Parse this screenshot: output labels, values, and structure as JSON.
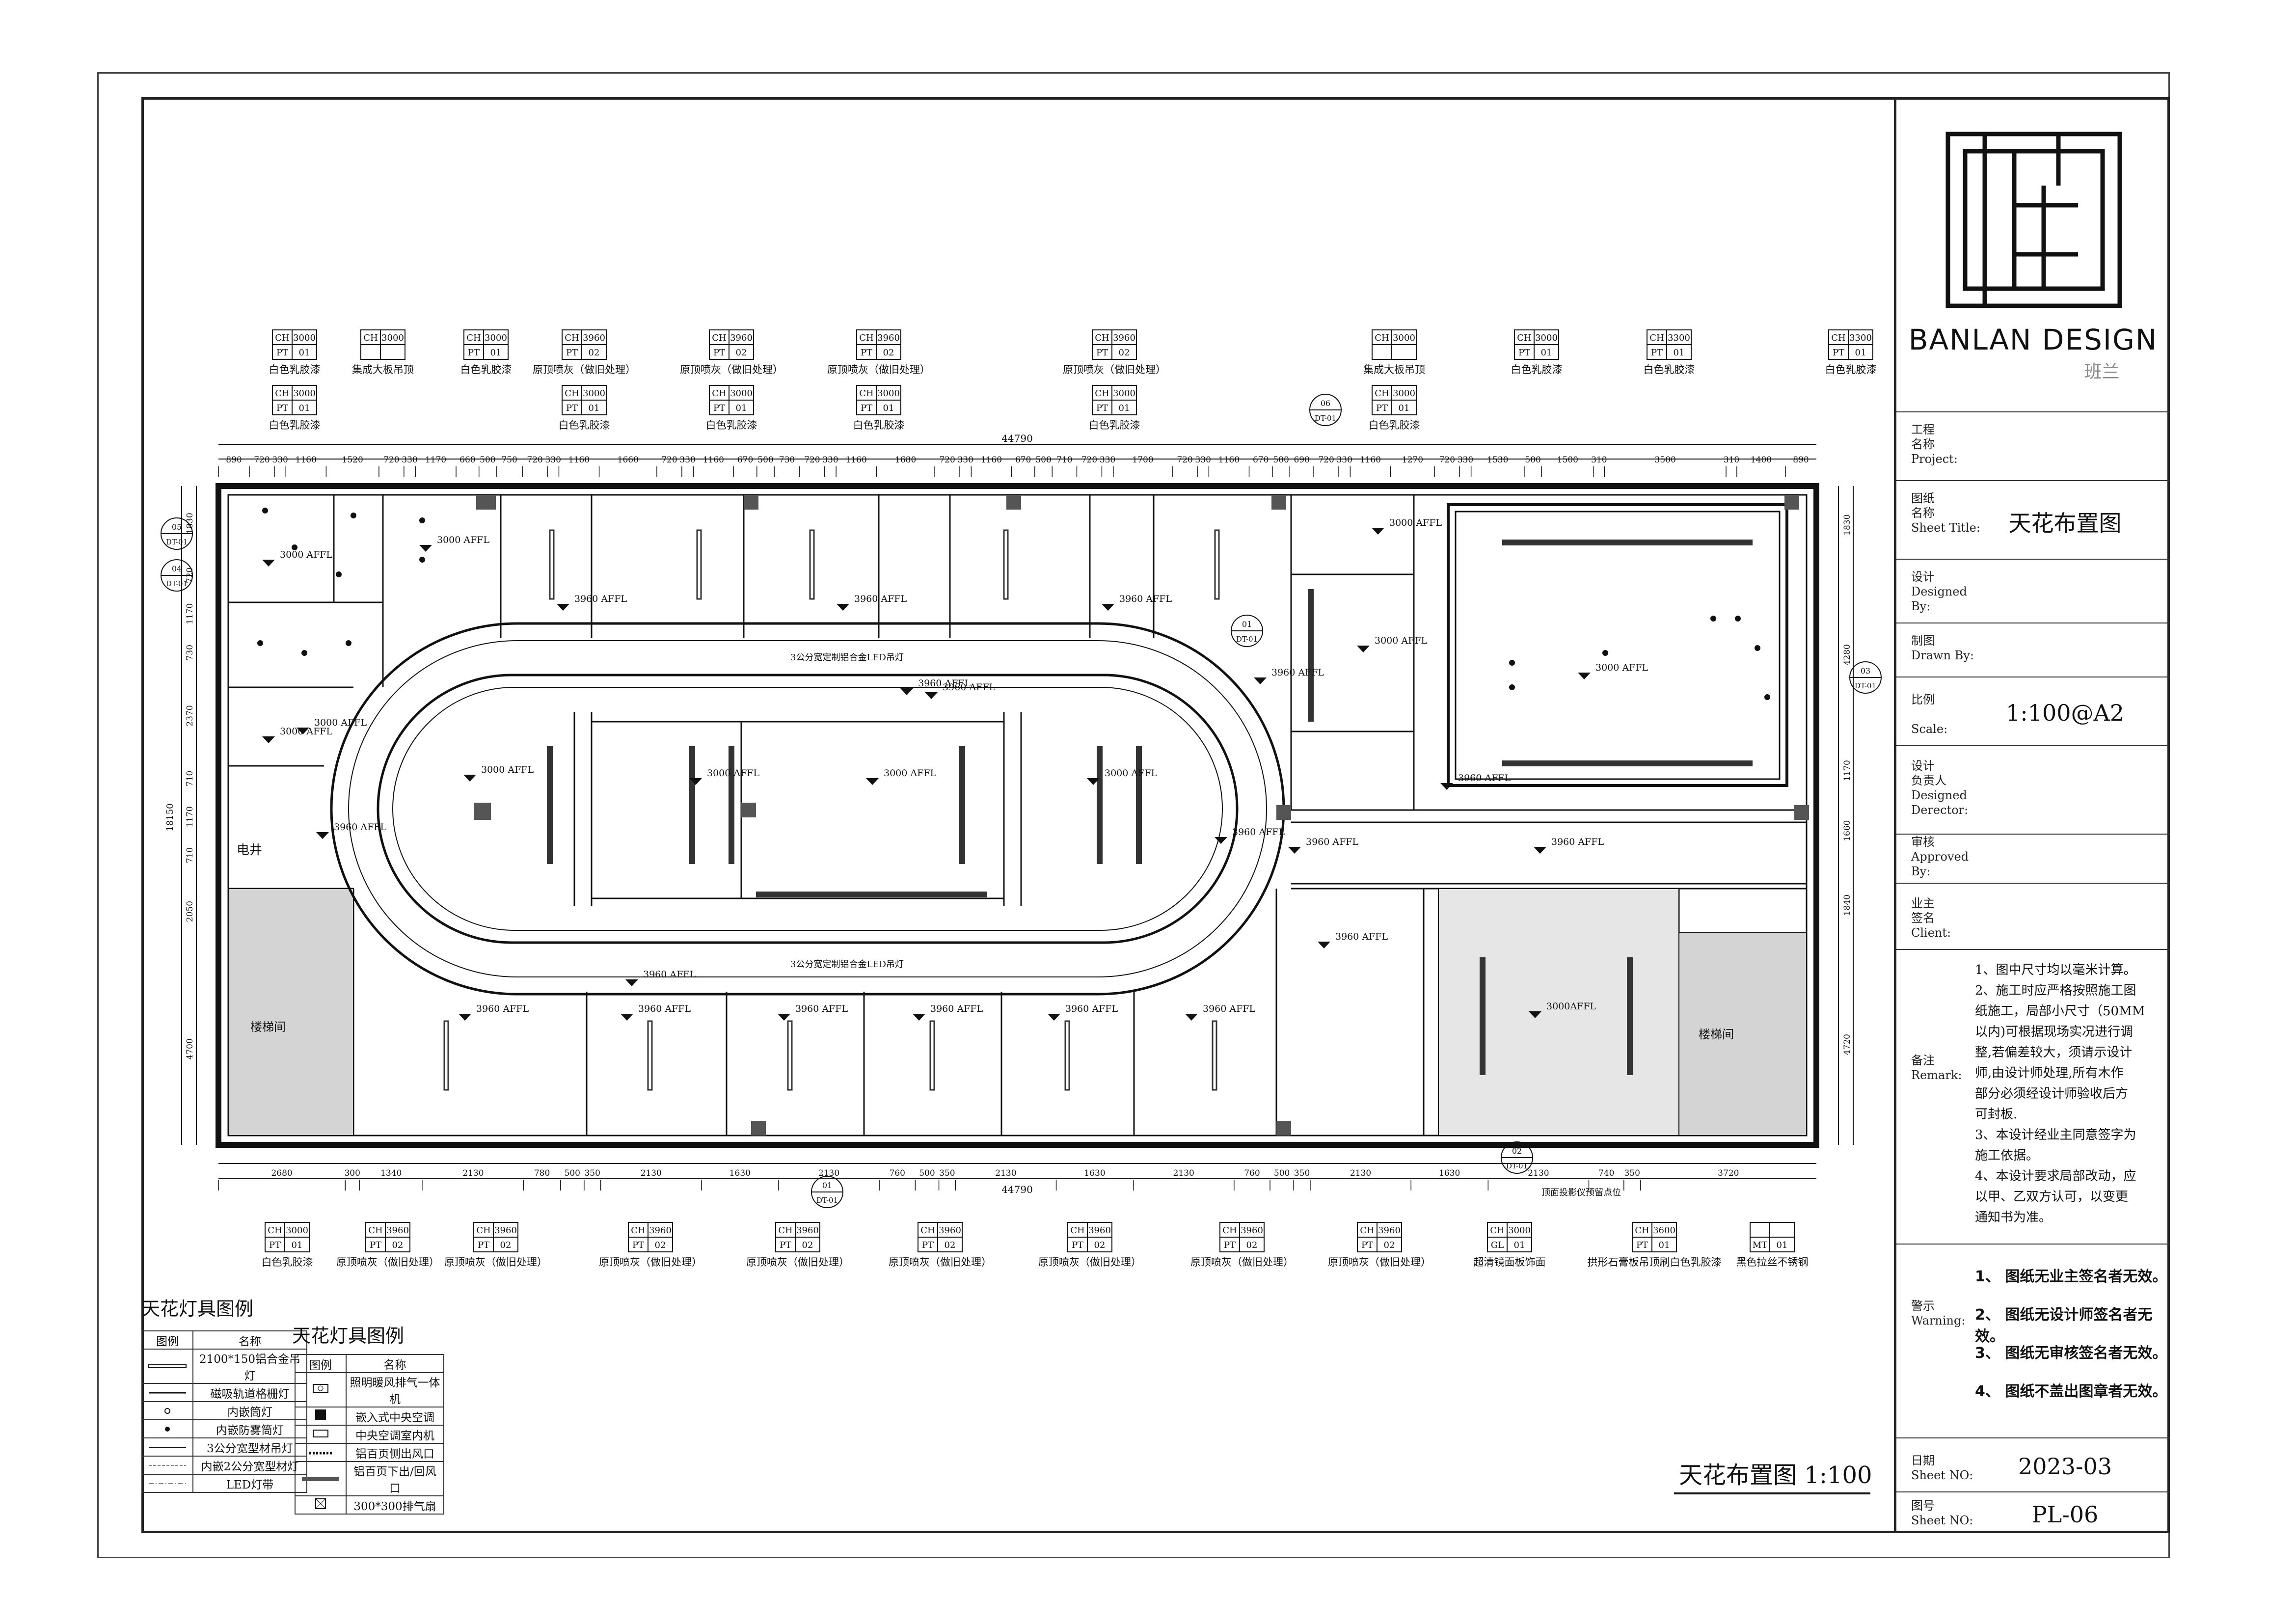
{
  "drawing": {
    "overall_dimension_top": "44790",
    "overall_dimension_bottom": "44790",
    "top_dimensions": [
      "890",
      "720",
      "330",
      "1160",
      "1520",
      "720",
      "330",
      "1170",
      "660",
      "500",
      "750",
      "720",
      "330",
      "1160",
      "1660",
      "720",
      "330",
      "1160",
      "670",
      "500",
      "730",
      "720",
      "330",
      "1160",
      "1680",
      "720",
      "330",
      "1160",
      "670",
      "500",
      "710",
      "720",
      "330",
      "1700",
      "720",
      "330",
      "1160",
      "670",
      "500",
      "690",
      "720",
      "330",
      "1160",
      "1270",
      "720",
      "330",
      "1530",
      "500",
      "1500",
      "310",
      "3500",
      "310",
      "1400",
      "890"
    ],
    "bottom_dimensions": [
      "2680",
      "300",
      "1340",
      "2130",
      "780",
      "500",
      "350",
      "2130",
      "1630",
      "2130",
      "760",
      "500",
      "350",
      "2130",
      "1630",
      "2130",
      "760",
      "500",
      "350",
      "2130",
      "1630",
      "2130",
      "740",
      "350",
      "3720"
    ],
    "left_dimensions": [
      "18150",
      "1830",
      "720",
      "1170",
      "730",
      "2370",
      "710",
      "1170",
      "710",
      "2050",
      "4700"
    ],
    "right_dimensions": [
      "1830",
      "4280",
      "1170",
      "1660",
      "1840",
      "4720"
    ],
    "rooms": {
      "shaft": "电井",
      "stair_left": "楼梯间",
      "stair_right": "楼梯间"
    },
    "callouts": [
      {
        "text": "原顶喷灰（做旧处理）"
      },
      {
        "text": "白色乳胶漆"
      },
      {
        "text": "集成大板吊顶"
      }
    ],
    "notes": {
      "led_top": "3公分宽定制铝合金LED吊灯",
      "led_bottom": "3公分宽定制铝合金LED吊灯",
      "projector": "顶面投影仪预留点位"
    },
    "top_tags": [
      {
        "code": "CH",
        "val": "3000",
        "mat": "PT",
        "num": "01",
        "label": "白色乳胶漆"
      },
      {
        "code": "CH",
        "val": "3000",
        "mat": "",
        "num": "",
        "label": "集成大板吊顶"
      },
      {
        "code": "CH",
        "val": "3000",
        "mat": "PT",
        "num": "01",
        "label": "白色乳胶漆"
      },
      {
        "code": "CH",
        "val": "3960",
        "mat": "PT",
        "num": "02",
        "label": "原顶喷灰（做旧处理）"
      },
      {
        "code": "CH",
        "val": "3960",
        "mat": "PT",
        "num": "02",
        "label": "原顶喷灰（做旧处理）"
      },
      {
        "code": "CH",
        "val": "3960",
        "mat": "PT",
        "num": "02",
        "label": "原顶喷灰（做旧处理）"
      },
      {
        "code": "CH",
        "val": "3960",
        "mat": "PT",
        "num": "02",
        "label": "原顶喷灰（做旧处理）"
      },
      {
        "code": "CH",
        "val": "3000",
        "mat": "",
        "num": "",
        "label": "集成大板吊顶"
      },
      {
        "code": "CH",
        "val": "3000",
        "mat": "PT",
        "num": "01",
        "label": "白色乳胶漆"
      },
      {
        "code": "CH",
        "val": "3300",
        "mat": "PT",
        "num": "01",
        "label": "白色乳胶漆"
      },
      {
        "code": "CH",
        "val": "3300",
        "mat": "PT",
        "num": "01",
        "label": "白色乳胶漆"
      }
    ],
    "top_tags_second": [
      {
        "code": "CH",
        "val": "3000",
        "mat": "PT",
        "num": "01",
        "label": "白色乳胶漆"
      },
      {
        "code": "CH",
        "val": "3000",
        "mat": "PT",
        "num": "01",
        "label": "白色乳胶漆"
      },
      {
        "code": "CH",
        "val": "3000",
        "mat": "PT",
        "num": "01",
        "label": "白色乳胶漆"
      },
      {
        "code": "CH",
        "val": "3000",
        "mat": "PT",
        "num": "01",
        "label": "白色乳胶漆"
      },
      {
        "code": "CH",
        "val": "3000",
        "mat": "PT",
        "num": "01",
        "label": "白色乳胶漆"
      },
      {
        "code": "CH",
        "val": "3000",
        "mat": "PT",
        "num": "01",
        "label": "白色乳胶漆"
      }
    ],
    "bottom_tags": [
      {
        "code": "CH",
        "val": "3000",
        "mat": "PT",
        "num": "01",
        "label": "白色乳胶漆"
      },
      {
        "code": "CH",
        "val": "3960",
        "mat": "PT",
        "num": "02",
        "label": "原顶喷灰（做旧处理）"
      },
      {
        "code": "CH",
        "val": "3960",
        "mat": "PT",
        "num": "02",
        "label": "原顶喷灰（做旧处理）"
      },
      {
        "code": "CH",
        "val": "3960",
        "mat": "PT",
        "num": "02",
        "label": "原顶喷灰（做旧处理）"
      },
      {
        "code": "CH",
        "val": "3960",
        "mat": "PT",
        "num": "02",
        "label": "原顶喷灰（做旧处理）"
      },
      {
        "code": "CH",
        "val": "3960",
        "mat": "PT",
        "num": "02",
        "label": "原顶喷灰（做旧处理）"
      },
      {
        "code": "CH",
        "val": "3960",
        "mat": "PT",
        "num": "02",
        "label": "原顶喷灰（做旧处理）"
      },
      {
        "code": "CH",
        "val": "3960",
        "mat": "PT",
        "num": "02",
        "label": "原顶喷灰（做旧处理）"
      },
      {
        "code": "CH",
        "val": "3960",
        "mat": "PT",
        "num": "02",
        "label": "原顶喷灰（做旧处理）"
      },
      {
        "code": "CH",
        "val": "3000",
        "mat": "GL",
        "num": "01",
        "label": "超清镜面板饰面"
      },
      {
        "code": "CH",
        "val": "3600",
        "mat": "PT",
        "num": "01",
        "label": "拱形石膏板吊顶刷白色乳胶漆"
      },
      {
        "code": "",
        "val": "",
        "mat": "MT",
        "num": "01",
        "label": "黑色拉丝不锈钢"
      }
    ],
    "elevations": [
      "3000 AFFL",
      "3960 AFFL",
      "3000AFFL"
    ],
    "section_markers": [
      {
        "num": "05",
        "ref": "DT-01"
      },
      {
        "num": "04",
        "ref": "DT-01"
      },
      {
        "num": "06",
        "ref": "DT-01"
      },
      {
        "num": "01",
        "ref": "DT-01"
      },
      {
        "num": "03",
        "ref": "DT-01"
      },
      {
        "num": "01",
        "ref": "DT-01"
      },
      {
        "num": "02",
        "ref": "DT-01"
      }
    ]
  },
  "legend1": {
    "title": "天花灯具图例",
    "header": [
      "图例",
      "名称"
    ],
    "rows": [
      "2100*150铝合金吊灯",
      "磁吸轨道格栅灯",
      "内嵌筒灯",
      "内嵌防雾筒灯",
      "3公分宽型材吊灯",
      "内嵌2公分宽型材灯",
      "LED灯带"
    ]
  },
  "legend2": {
    "title": "天花灯具图例",
    "header": [
      "图例",
      "名称"
    ],
    "rows": [
      "照明暖风排气一体机",
      "嵌入式中央空调",
      "中央空调室内机",
      "铝百页侧出风口",
      "铝百页下出/回风口",
      "300*300排气扇"
    ]
  },
  "caption": "天花布置图 1:100",
  "title_block": {
    "brand": "BANLAN DESIGN",
    "brand_cn": "班兰",
    "project_label": [
      "工程",
      "名称",
      "Project:"
    ],
    "sheet_title_label": [
      "图纸",
      "名称",
      "Sheet Title:"
    ],
    "sheet_title": "天花布置图",
    "designed_label": [
      "设计",
      "Designed",
      "By:"
    ],
    "drawn_label": [
      "制图",
      "Drawn By:"
    ],
    "scale_label": [
      "比例",
      "Scale:"
    ],
    "scale": "1:100@A2",
    "director_label": [
      "设计",
      "负责人",
      "Designed",
      "Derector:"
    ],
    "approved_label": [
      "审核",
      "Approved",
      "By:"
    ],
    "client_label": [
      "业主",
      "签名",
      "Client:"
    ],
    "remark_label": [
      "备注",
      "Remark:"
    ],
    "remarks": [
      "1、图中尺寸均以毫米计算。",
      "2、施工时应严格按照施工图",
      "纸施工，局部小尺寸（50MM",
      "以内)可根据现场实况进行调",
      "整,若偏差较大，须请示设计",
      "师,由设计师处理,所有木作",
      "部分必须经设计师验收后方",
      "可封板.",
      "3、本设计经业主同意签字为",
      "施工依据。",
      "4、本设计要求局部改动，应",
      "以甲、乙双方认可，以变更",
      "通知书为准。"
    ],
    "warning_label": [
      "警示",
      "Warning:"
    ],
    "warnings": [
      "1、  图纸无业主签名者无效。",
      "2、  图纸无设计师签名者无效。",
      "3、  图纸无审核签名者无效。",
      "4、  图纸不盖出图章者无效。"
    ],
    "date_label": [
      "日期",
      "Sheet NO:"
    ],
    "date": "2023-03",
    "sheet_no_label": [
      "图号",
      "Sheet NO:"
    ],
    "sheet_no": "PL-06"
  },
  "colors": {
    "line": "#111111",
    "hatch": "#9a9a9a",
    "fill_dark": "#444444"
  }
}
